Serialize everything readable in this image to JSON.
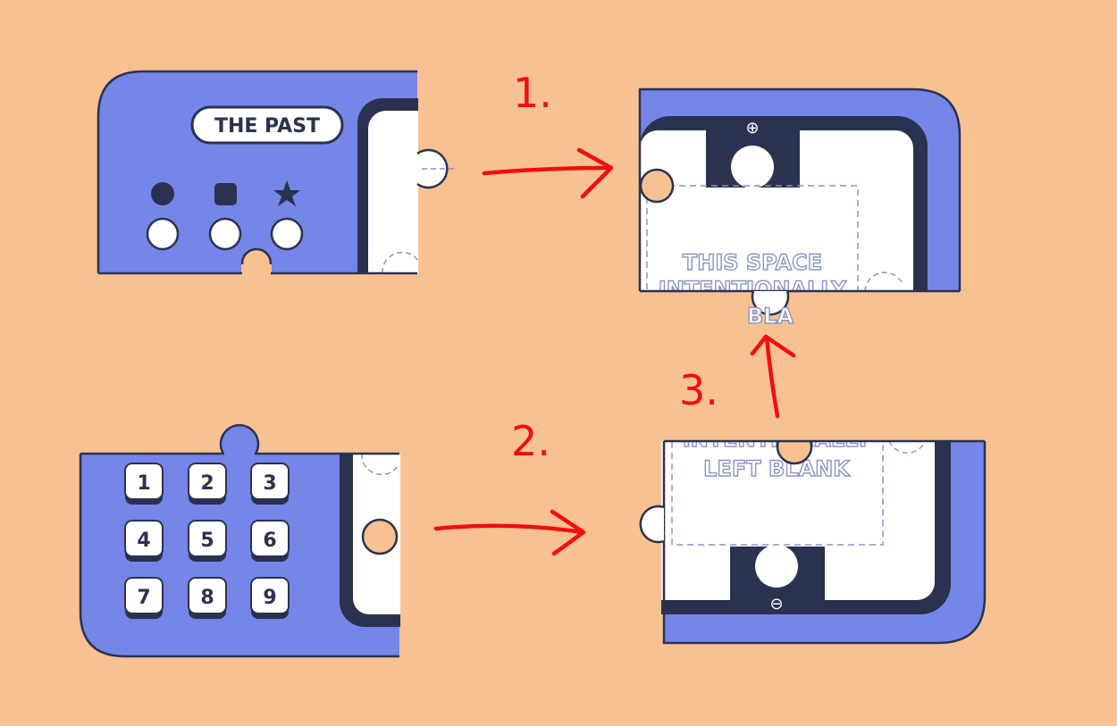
{
  "colors": {
    "background": "#F7C192",
    "device_blue": "#7585E8",
    "dark_navy": "#2B3250",
    "screen_white": "#FFFFFF",
    "annotation_red": "#F20E0E"
  },
  "piece_top_left": {
    "badge_label": "THE PAST",
    "symbols": [
      "circle-icon",
      "square-icon",
      "star-icon"
    ]
  },
  "piece_top_right": {
    "plus_symbol": "⊕",
    "blank_line_1": "THIS SPACE",
    "blank_line_2": "INTENTIONALLY",
    "blank_line_3": "BLA"
  },
  "piece_bottom_left": {
    "keys": [
      "1",
      "2",
      "3",
      "4",
      "5",
      "6",
      "7",
      "8",
      "9"
    ]
  },
  "piece_bottom_right": {
    "minus_symbol": "⊖",
    "blank_line_1": "INTENTIONALLY",
    "blank_line_2": "LEFT BLANK"
  },
  "annotations": {
    "step_1": "1.",
    "step_2": "2.",
    "step_3": "3."
  }
}
